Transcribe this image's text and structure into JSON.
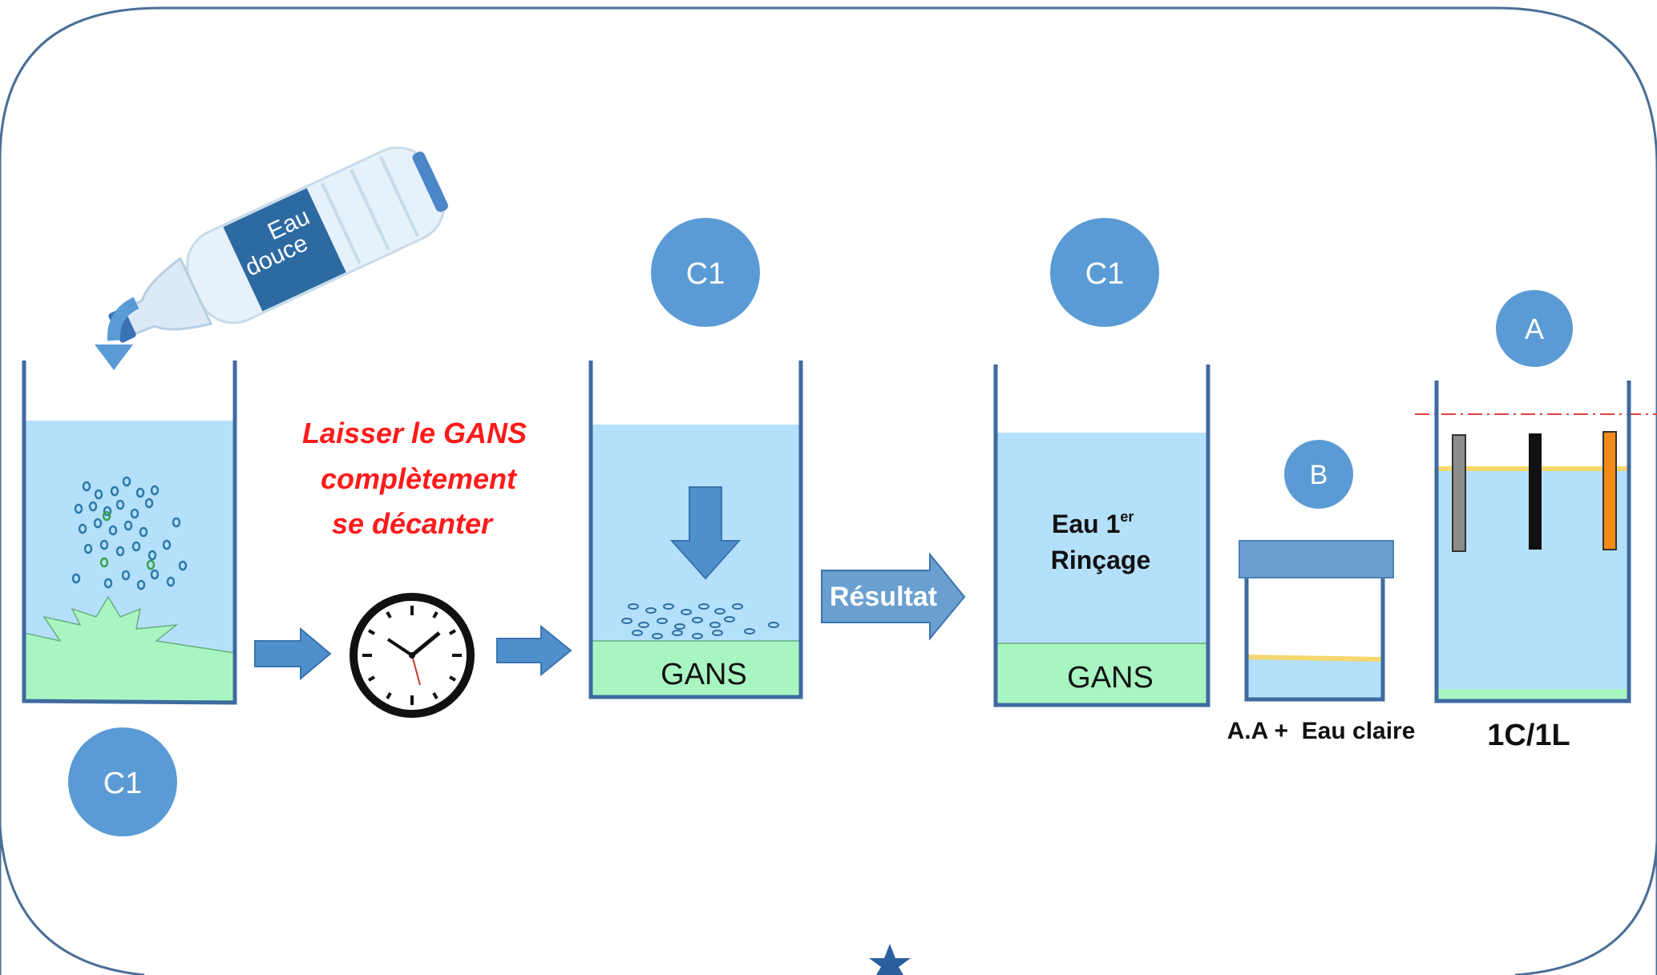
{
  "colors": {
    "frame": "#4a6f96",
    "water": "#b4e0fb",
    "sediment": "#a8f5c2",
    "circle_fill": "#5b9bd5",
    "arrow_fill": "#4f8fcc",
    "red_text": "#ff1a1a",
    "lid": "#6b9fd0",
    "film_yellow": "#f5d76e",
    "electrode_gray": "#8c8c8c",
    "electrode_black": "#111111",
    "electrode_orange": "#f28a18",
    "dash_red": "#e04040"
  },
  "icons": [
    "water-bottle-icon",
    "curved-arrow-icon",
    "clock-icon",
    "down-arrow-icon",
    "right-arrow-icon",
    "star-icon"
  ],
  "labels": {
    "bottle_text_1": "Eau",
    "bottle_text_2": "douce",
    "c1_bottom": "C1",
    "c1_beaker2": "C1",
    "c1_beaker3": "C1",
    "instruction_line1": "Laisser le GANS",
    "instruction_line2": "complètement",
    "instruction_line3": "se décanter",
    "gans_beaker2": "GANS",
    "gans_beaker3": "GANS",
    "resultat": "Résultat",
    "eau_rinse_line1": "Eau 1",
    "eau_rinse_sup": "er",
    "eau_rinse_line2": "Rinçage",
    "b_label": "B",
    "a_label": "A",
    "aa_label": "A.A +  Eau claire",
    "ratio_label": "1C/1L"
  }
}
